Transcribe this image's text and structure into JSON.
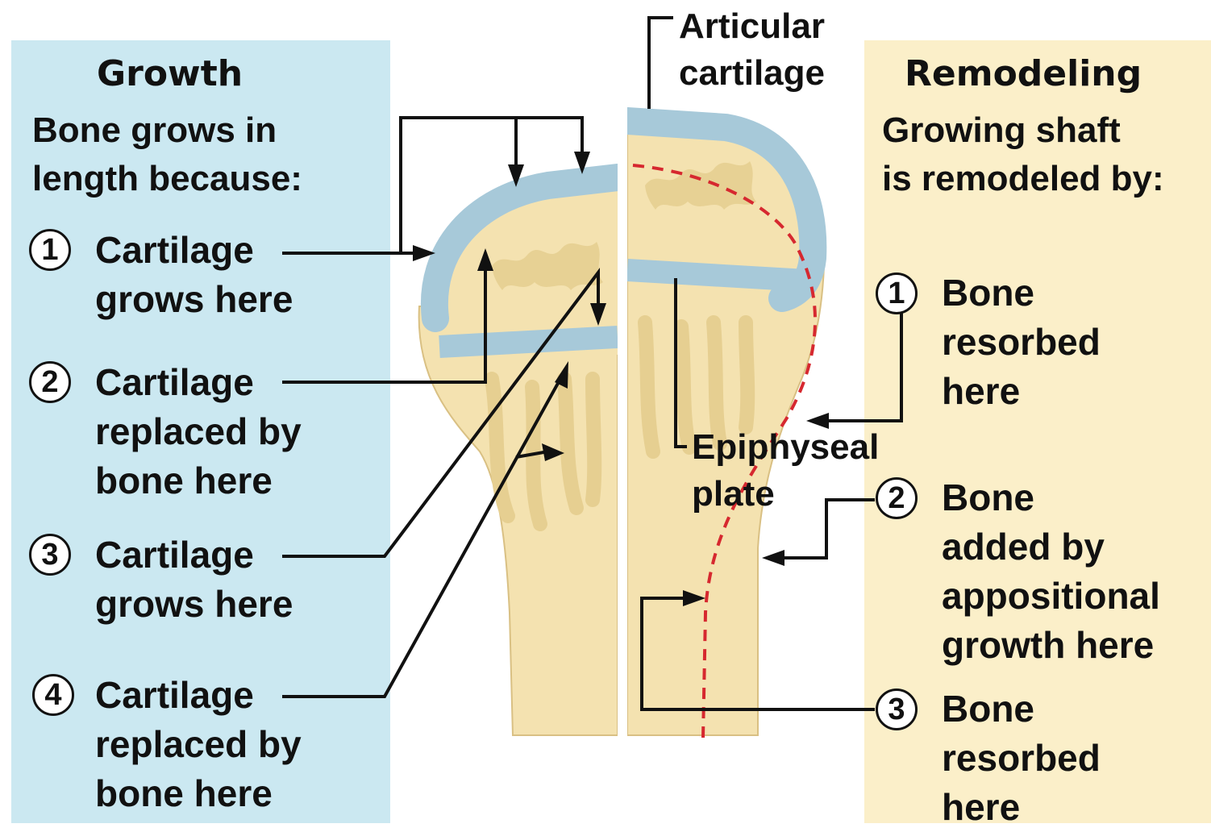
{
  "growth": {
    "title": "Growth",
    "subtitle": [
      "Bone grows in",
      "length because:"
    ],
    "items": [
      {
        "num": "1",
        "lines": [
          "Cartilage",
          "grows here"
        ]
      },
      {
        "num": "2",
        "lines": [
          "Cartilage",
          "replaced by",
          "bone here"
        ]
      },
      {
        "num": "3",
        "lines": [
          "Cartilage",
          "grows here"
        ]
      },
      {
        "num": "4",
        "lines": [
          "Cartilage",
          "replaced by",
          "bone here"
        ]
      }
    ]
  },
  "remodeling": {
    "title": "Remodeling",
    "subtitle": [
      "Growing shaft",
      "is remodeled by:"
    ],
    "items": [
      {
        "num": "1",
        "lines": [
          "Bone",
          "resorbed",
          "here"
        ]
      },
      {
        "num": "2",
        "lines": [
          "Bone",
          "added by",
          "appositional",
          "growth here"
        ]
      },
      {
        "num": "3",
        "lines": [
          "Bone",
          "resorbed",
          "here"
        ]
      }
    ]
  },
  "labels": {
    "articular": [
      "Articular",
      "cartilage"
    ],
    "epiphyseal": [
      "Epiphyseal",
      "plate"
    ]
  },
  "colors": {
    "growth_panel": "#cbe8f1",
    "remodel_panel": "#fbefc9",
    "cartilage": "#a7c9d9",
    "bone": "#f4e2b0",
    "bone_shadow": "#e6cf91",
    "remodel_line": "#d6282f"
  }
}
